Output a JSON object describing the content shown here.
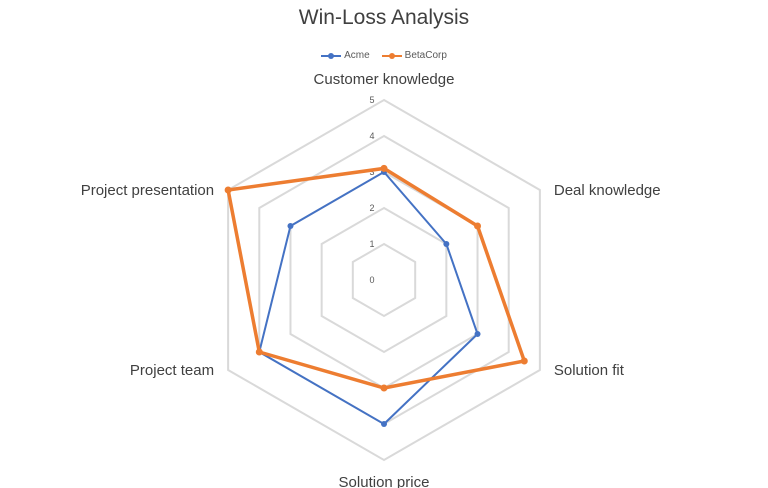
{
  "chart_data": {
    "type": "radar",
    "title": "Win-Loss Analysis",
    "categories": [
      "Customer knowledge",
      "Deal knowledge",
      "Solution fit",
      "Solution price",
      "Project team",
      "Project presentation"
    ],
    "rlim": [
      0,
      5
    ],
    "ticks": [
      "0",
      "1",
      "2",
      "3",
      "4",
      "5"
    ],
    "grid": true,
    "legend_position": "top",
    "series": [
      {
        "name": "Acme",
        "color": "#4472C4",
        "values": [
          3,
          2,
          3,
          4,
          4,
          3
        ]
      },
      {
        "name": "BetaCorp",
        "color": "#ED7D31",
        "values": [
          3.1,
          3,
          4.5,
          3,
          4,
          5
        ]
      }
    ]
  }
}
